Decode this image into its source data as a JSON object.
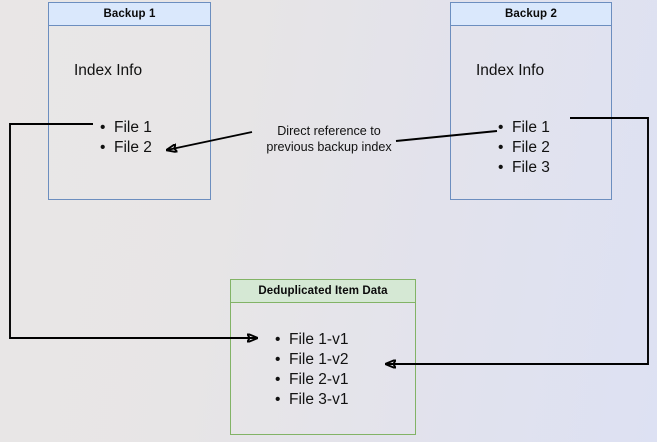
{
  "diagram": {
    "title_hidden": "Backup deduplication index reference diagram",
    "background": {
      "gradient_from": "#e9e6e6",
      "gradient_to": "#dde1f3"
    },
    "colors": {
      "blue_border": "#6c8ebf",
      "blue_header": "#dae8fc",
      "green_border": "#82b366",
      "green_header": "#d5e8d4",
      "edge": "#000000"
    },
    "nodes": {
      "backup1": {
        "header": "Backup 1",
        "body_label": "Index Info",
        "files": [
          "File 1",
          "File 2"
        ]
      },
      "backup2": {
        "header": "Backup 2",
        "body_label": "Index Info",
        "files": [
          "File 1",
          "File 2",
          "File 3"
        ]
      },
      "dedup": {
        "header": "Deduplicated Item Data",
        "items": [
          "File 1-v1",
          "File 1-v2",
          "File 2-v1",
          "File 3-v1"
        ]
      }
    },
    "annotations": {
      "direct_reference_line1": "Direct reference to",
      "direct_reference_line2": "previous backup index"
    }
  }
}
